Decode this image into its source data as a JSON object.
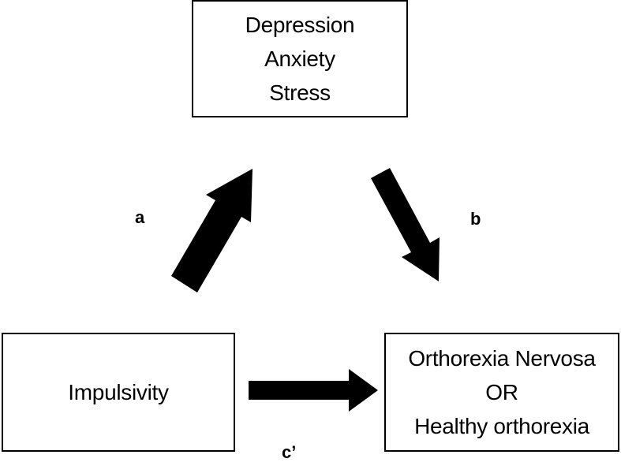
{
  "mediator": {
    "lines": [
      "Depression",
      "Anxiety",
      "Stress"
    ]
  },
  "predictor": {
    "label": "Impulsivity"
  },
  "outcome": {
    "lines": [
      "Orthorexia Nervosa",
      "OR",
      "Healthy orthorexia"
    ]
  },
  "paths": {
    "a": "a",
    "b": "b",
    "c_prime": "c’"
  },
  "colors": {
    "arrow": "#000000",
    "border": "#000000",
    "background": "#ffffff"
  }
}
